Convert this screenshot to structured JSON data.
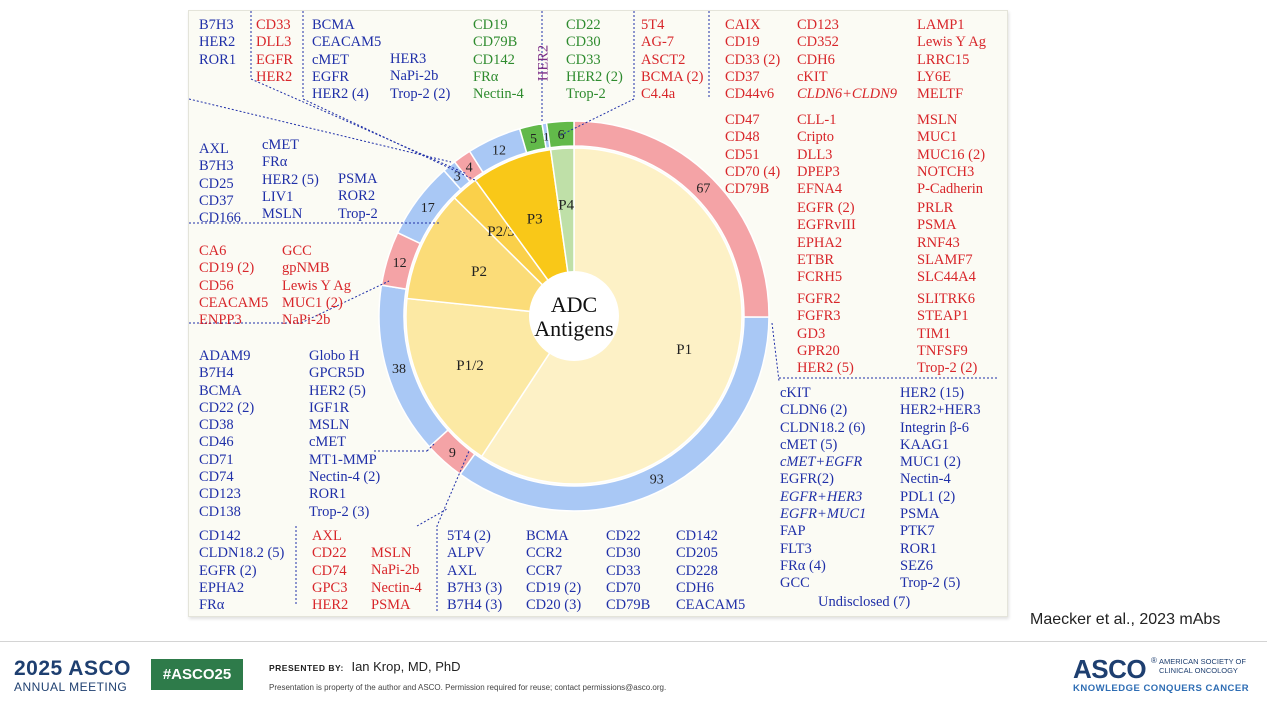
{
  "chart_data": {
    "type": "pie",
    "center_label": [
      "ADC",
      "Antigens"
    ],
    "inner": [
      {
        "label": "P1",
        "value": 160,
        "color": "#fdf1c6"
      },
      {
        "label": "P1/2",
        "value": 47,
        "color": "#fce9a4"
      },
      {
        "label": "P2",
        "value": 29,
        "color": "#fbdc78"
      },
      {
        "label": "P2/3",
        "value": 7,
        "color": "#fad04a"
      },
      {
        "label": "P3",
        "value": 21,
        "color": "#f9c818"
      },
      {
        "label": "P4",
        "value": 6,
        "color": "#bfe0a8"
      }
    ],
    "outer": [
      {
        "value": 67,
        "color": "#f4a3a6"
      },
      {
        "value": 93,
        "color": "#a9c8f5"
      },
      {
        "value": 9,
        "color": "#f4a3a6"
      },
      {
        "value": 38,
        "color": "#a9c8f5"
      },
      {
        "value": 12,
        "color": "#f4a3a6"
      },
      {
        "value": 17,
        "color": "#a9c8f5"
      },
      {
        "value": 3,
        "color": "#a9c8f5"
      },
      {
        "value": 4,
        "color": "#f4a3a6"
      },
      {
        "value": 12,
        "color": "#a9c8f5"
      },
      {
        "value": 5,
        "color": "#62b94a"
      },
      {
        "value": 1,
        "color": "#a9c8f5"
      },
      {
        "value": 6,
        "color": "#62b94a"
      }
    ],
    "annotation_groups": [
      {
        "id": "top1",
        "color": "blue",
        "items": [
          "B7H3",
          "HER2",
          "ROR1"
        ]
      },
      {
        "id": "top2",
        "color": "red",
        "items": [
          "CD33",
          "DLL3",
          "EGFR",
          "HER2"
        ]
      },
      {
        "id": "top3",
        "color": "blue",
        "items": [
          "BCMA",
          "CEACAM5",
          "cMET",
          "EGFR",
          "HER2 (4)"
        ]
      },
      {
        "id": "top4",
        "color": "blue",
        "items": [
          "HER3",
          "NaPi-2b",
          "Trop-2 (2)"
        ]
      },
      {
        "id": "top5",
        "color": "green",
        "items": [
          "CD19",
          "CD79B",
          "CD142",
          "FRα",
          "Nectin-4"
        ]
      },
      {
        "id": "top6",
        "color": "purple",
        "items": [
          "HER2"
        ]
      },
      {
        "id": "top7",
        "color": "green",
        "items": [
          "CD22",
          "CD30",
          "CD33",
          "HER2 (2)",
          "Trop-2"
        ]
      },
      {
        "id": "top8",
        "color": "red",
        "items": [
          "5T4",
          "AG-7",
          "ASCT2",
          "BCMA (2)",
          "C4.4a"
        ]
      },
      {
        "id": "r1",
        "color": "red",
        "items": [
          "CAIX",
          "CD19",
          "CD33 (2)",
          "CD37",
          "CD44v6"
        ]
      },
      {
        "id": "r2",
        "color": "red",
        "items": [
          "CD123",
          "CD352",
          "CDH6",
          "cKIT",
          "CLDN6+CLDN9"
        ]
      },
      {
        "id": "r3",
        "color": "red",
        "items": [
          "LAMP1",
          "Lewis Y Ag",
          "LRRC15",
          "LY6E",
          "MELTF"
        ]
      },
      {
        "id": "r4",
        "color": "red",
        "items": [
          "CD47",
          "CD48",
          "CD51",
          "CD70 (4)",
          "CD79B"
        ]
      },
      {
        "id": "r5",
        "color": "red",
        "items": [
          "CLL-1",
          "Cripto",
          "DLL3",
          "DPEP3",
          "EFNA4"
        ]
      },
      {
        "id": "r6",
        "color": "red",
        "items": [
          "MSLN",
          "MUC1",
          "MUC16 (2)",
          "NOTCH3",
          "P-Cadherin"
        ]
      },
      {
        "id": "r7",
        "color": "red",
        "items": [
          "EGFR (2)",
          "EGFRvIII",
          "EPHA2",
          "ETBR",
          "FCRH5"
        ]
      },
      {
        "id": "r8",
        "color": "red",
        "items": [
          "PRLR",
          "PSMA",
          "RNF43",
          "SLAMF7",
          "SLC44A4"
        ]
      },
      {
        "id": "r9",
        "color": "red",
        "items": [
          "FGFR2",
          "FGFR3",
          "GD3",
          "GPR20",
          "HER2 (5)"
        ]
      },
      {
        "id": "r10",
        "color": "red",
        "items": [
          "SLITRK6",
          "STEAP1",
          "TIM1",
          "TNFSF9",
          "Trop-2 (2)"
        ]
      },
      {
        "id": "b1",
        "color": "blue",
        "items": [
          "cKIT",
          "CLDN6 (2)",
          "CLDN18.2 (6)",
          "cMET (5)",
          "cMET+EGFR",
          "EGFR(2)",
          "EGFR+HER3",
          "EGFR+MUC1",
          "FAP",
          "FLT3",
          "FRα (4)",
          "GCC"
        ],
        "italic": [
          "cMET+EGFR",
          "EGFR+HER3",
          "EGFR+MUC1"
        ]
      },
      {
        "id": "b2",
        "color": "blue",
        "items": [
          "HER2 (15)",
          "HER2+HER3",
          "Integrin β-6",
          "KAAG1",
          "MUC1 (2)",
          "Nectin-4",
          "PDL1 (2)",
          "PSMA",
          "PTK7",
          "ROR1",
          "SEZ6",
          "Trop-2 (5)"
        ]
      },
      {
        "id": "b3",
        "color": "blue",
        "items": [
          "Undisclosed (7)"
        ]
      },
      {
        "id": "l1",
        "color": "blue",
        "items": [
          "AXL",
          "B7H3",
          "CD25",
          "CD37",
          "CD166"
        ]
      },
      {
        "id": "l2",
        "color": "blue",
        "items": [
          "cMET",
          "FRα",
          "HER2 (5)",
          "LIV1",
          "MSLN"
        ]
      },
      {
        "id": "l3",
        "color": "blue",
        "items": [
          "PSMA",
          "ROR2",
          "Trop-2"
        ]
      },
      {
        "id": "l4",
        "color": "red",
        "items": [
          "CA6",
          "CD19 (2)",
          "CD56",
          "CEACAM5",
          "ENPP3"
        ]
      },
      {
        "id": "l5",
        "color": "red",
        "items": [
          "GCC",
          "gpNMB",
          "Lewis Y Ag",
          "MUC1 (2)",
          "NaPi-2b"
        ]
      },
      {
        "id": "l6",
        "color": "blue",
        "items": [
          "ADAM9",
          "B7H4",
          "BCMA",
          "CD22 (2)",
          "CD38",
          "CD46",
          "CD71",
          "CD74",
          "CD123",
          "CD138"
        ]
      },
      {
        "id": "l7",
        "color": "blue",
        "items": [
          "Globo H",
          "GPCR5D",
          "HER2 (5)",
          "IGF1R",
          "MSLN",
          "cMET",
          "MT1-MMP",
          "Nectin-4 (2)",
          "ROR1",
          "Trop-2 (3)"
        ]
      },
      {
        "id": "l8",
        "color": "blue",
        "items": [
          "CD142",
          "CLDN18.2 (5)",
          "EGFR (2)",
          "EPHA2",
          "FRα"
        ]
      },
      {
        "id": "l9",
        "color": "red",
        "items": [
          "AXL",
          "CD22",
          "CD74",
          "GPC3",
          "HER2"
        ]
      },
      {
        "id": "l10",
        "color": "red",
        "items": [
          "MSLN",
          "NaPi-2b",
          "Nectin-4",
          "PSMA"
        ]
      },
      {
        "id": "bb1",
        "color": "blue",
        "items": [
          "5T4 (2)",
          "ALPV",
          "AXL",
          "B7H3 (3)",
          "B7H4 (3)"
        ]
      },
      {
        "id": "bb2",
        "color": "blue",
        "items": [
          "BCMA",
          "CCR2",
          "CCR7",
          "CD19 (2)",
          "CD20 (3)"
        ]
      },
      {
        "id": "bb3",
        "color": "blue",
        "items": [
          "CD22",
          "CD30",
          "CD33",
          "CD70",
          "CD79B"
        ]
      },
      {
        "id": "bb4",
        "color": "blue",
        "items": [
          "CD142",
          "CD205",
          "CD228",
          "CDH6",
          "CEACAM5"
        ]
      }
    ]
  },
  "citation": "Maecker et al., 2023 mAbs",
  "footer": {
    "meeting_year": "2025 ASCO",
    "meeting_sub": "ANNUAL MEETING",
    "hashtag": "#ASCO25",
    "presented_by_label": "PRESENTED BY:",
    "presenter": "Ian Krop, MD, PhD",
    "disclaimer": "Presentation is property of the author and ASCO. Permission required for reuse; contact permissions@asco.org.",
    "logo_word": "ASCO",
    "logo_registered": "®",
    "logo_society": "AMERICAN SOCIETY OF CLINICAL ONCOLOGY",
    "logo_tagline": "KNOWLEDGE CONQUERS CANCER"
  }
}
